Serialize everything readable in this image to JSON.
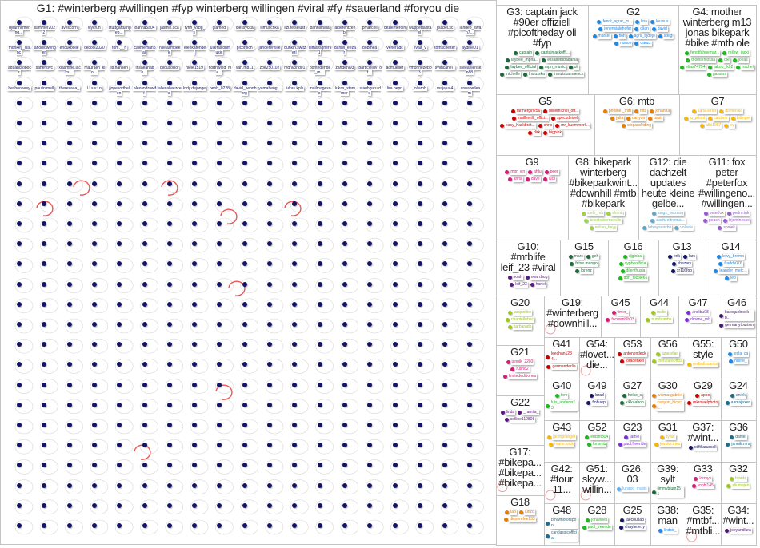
{
  "g1": {
    "title": "G1: #winterberg #willingen #fyp winterberg willingen #viral #fy #sauerland #foryou die",
    "color": "#141464",
    "rows": [
      [
        "dylanhifmering...",
        "sammer2022",
        "avescorn",
        "lilycruh",
        "stuttgarturngeb...",
        "joanna5a04",
        "jasmin.sca",
        "fynn_vsbg_s",
        "glamedi",
        "olessycca",
        "lilmuschka",
        "lizi.reiselust",
        "bahniimala",
        "alberentzenb",
        "pmarcell",
        "oezlemerdin",
        "wuppertalstael",
        "jjsabel.sc",
        "lahdep_swan7..."
      ],
      [
        "monkey_islanc",
        "janoledwenger",
        "encukbolle",
        "okcool2020",
        "tom.__h",
        "callmemanpal",
        "nilelallmbeek",
        "elenkafendel",
        "juliefalconmusic",
        "picorpich",
        "janderemille",
        "dunkin.switzerl",
        "dimavsgner91",
        "daniel_eezar",
        "bobmea",
        "veneradc",
        "evaa_v",
        "tomschelter",
        "aydine01"
      ],
      [
        "aquancrobocz",
        "saher.pyc",
        "xjasmine.jacks...",
        "mauraen_kio...",
        "jp.hansen",
        "lnsaeanage...",
        "bijousolilof",
        "niele1519",
        "northwind_me...",
        "van.m811",
        "zoe250102",
        "mdracing01",
        "pontegende_m...",
        "zandenl93",
        "particlelilly_of...",
        "acmueller",
        "ymonnezepp3",
        "sylincanel_",
        "steeanjensen88"
      ],
      [
        "beshooneey",
        "paulinimell",
        "theresaaa_",
        "l.l.s.v.i.n",
        "jjopesortbellen",
        "alexandrawiff",
        "allecalleezcea",
        "lndy.dejonge",
        "benb_0228",
        "david_hennberg",
        "yamaheng...",
        "lukas.kpls",
        "mailmagesoo",
        "lukas_stemmer",
        "staubguru.de",
        "lira.bepri",
        "jollaroh",
        "majajuu4",
        "annabelleam"
      ]
    ],
    "additional_unlabeled_rows": 22
  },
  "groups": [
    {
      "id": "G3",
      "title": "G3: captain jack\n#90er offiziell\n#picoftheday oli\n#fyp",
      "color": "#1b6b3a",
      "nodes": [
        "captain",
        "captainjackoffi...",
        "laybee_mpna...",
        "elisabethbadania",
        "laybee_official",
        "mpn_music",
        "oli",
        "michelle",
        "franziska",
        "franziskamaesch"
      ]
    },
    {
      "id": "G2",
      "title": "G2",
      "color": "#1e88e5",
      "nodes": [
        "fendt_agrar_m...",
        "lina",
        "louisus",
        "jenensialehofer",
        "dilan",
        "david",
        "marcel",
        "flori",
        "agra_bjdejo",
        "stelgi",
        "ramon",
        "dauzz"
      ]
    },
    {
      "id": "G4",
      "title": "G4: mother\nwinterberg m13\njonas bikepark\n#bike #mtb ole",
      "color": "#22b822",
      "nodes": [
        "fendtfahnemar...",
        "milow_jacki",
        "thorstenlossa",
        "ole",
        "jonas",
        "elias74794",
        "jakob_ik92",
        "michel",
        "gassina"
      ]
    },
    {
      "id": "G5",
      "title": "G5",
      "color": "#cc0000",
      "nodes": [
        "farmergirl256",
        "billiemichel_off...",
        "maillewilli_offici...",
        "speckdeisel",
        "easy_hackbrat...",
        "chris",
        "mr_kuemmerli...",
        "dirk",
        "bigpink"
      ]
    },
    {
      "id": "G6",
      "title": "G6: mtb",
      "color": "#e67e00",
      "nodes": [
        "philline._mtb",
        "mtb",
        "johanna",
        "julia",
        "canyon",
        "basti",
        "stopandriding"
      ]
    },
    {
      "id": "G7",
      "title": "G7",
      "color": "#f5b800",
      "nodes": [
        "karla.einer",
        "domeniko",
        "ju_prtobl",
        "catchmr",
        "billinger",
        "albi1987",
        "ev"
      ]
    },
    {
      "id": "G9",
      "title": "G9",
      "color": "#d81b7a",
      "nodes": [
        "mor_vin",
        "ahlu",
        "peer",
        "anna",
        "dave",
        "lucil"
      ]
    },
    {
      "id": "G8",
      "title": "G8: bikepark\nwinterberg\n#bikeparkwint...\n#downhill #mtb\n#bikepark",
      "color": "#9bd24a",
      "nodes": [
        "stelz_mb",
        "shaniq",
        "bessbuberneeslle",
        "nelian_bayy"
      ]
    },
    {
      "id": "G12",
      "title": "G12: die\ndachzelt\nupdates\nheute kleine\ngelbe...",
      "color": "#5fa8c8",
      "nodes": [
        "jungs_heizung",
        "dachzeltnoma...",
        "lotsaysancho",
        "volkele"
      ]
    },
    {
      "id": "G11",
      "title": "G11: fox\npeter\n#peterfox\n#willingeno...\n#willingen...",
      "color": "#9b59d0",
      "nodes": [
        "peterfox",
        "pedro.ink",
        "peach",
        "ljrjominesse",
        "sonieli"
      ]
    },
    {
      "id": "G10",
      "title": "G10:\n#mtblife\nleif_23 #viral",
      "color": "#5b1a80",
      "nodes": [
        "noah",
        "noah.bug",
        "leif_23",
        "hanel"
      ]
    },
    {
      "id": "G15",
      "title": "G15",
      "color": "#1b6b3a",
      "nodes": [
        "marc",
        "geh",
        "fritse.mango",
        "lorenz"
      ]
    },
    {
      "id": "G16",
      "title": "G16",
      "color": "#1cb81c",
      "nodes": [
        "djglobal",
        "dypbeofficial",
        "djlenthusia",
        "don_nicole66"
      ]
    },
    {
      "id": "G13",
      "title": "G13",
      "color": "#141464",
      "nodes": [
        "erik",
        "lars",
        "khazary",
        "xr116foo"
      ]
    },
    {
      "id": "G14",
      "title": "G14",
      "color": "#1e88e5",
      "nodes": [
        "lowy_bromo",
        "fraddy076",
        "leander_meic...",
        "leo"
      ]
    },
    {
      "id": "G20",
      "title": "G20",
      "color": "#9bc81a",
      "nodes": [
        "jacqueline",
        "chantellebec",
        "barbaradb"
      ]
    },
    {
      "id": "G19",
      "title": "G19:\n#winterberg\n#downhill...",
      "color": "#f5b800",
      "nodes": []
    },
    {
      "id": "G45",
      "title": "G45",
      "color": "#d81b7a",
      "nodes": [
        "timer_",
        "focusmhlb03"
      ]
    },
    {
      "id": "G44",
      "title": "G44",
      "color": "#9bc81a",
      "nodes": [
        "malie",
        "numbombe"
      ]
    },
    {
      "id": "G47",
      "title": "G47",
      "color": "#7b2fd0",
      "nodes": [
        "andibu98",
        "dmane_mb"
      ]
    },
    {
      "id": "G46",
      "title": "G46",
      "color": "#4a1a6a",
      "nodes": [
        "baroqueblockb...",
        "germanytourism"
      ]
    },
    {
      "id": "G21",
      "title": "G21",
      "color": "#d81b7a",
      "nodes": [
        "jannik_2203",
        "rush82",
        "limitededitiones"
      ]
    },
    {
      "id": "G41",
      "title": "G41",
      "color": "#cc0000",
      "nodes": [
        "leechan1234...",
        "germanderlia"
      ]
    },
    {
      "id": "G54",
      "title": "G54:\n#lovet...\ndie...",
      "color": "#f5b060",
      "nodes": []
    },
    {
      "id": "G53",
      "title": "G53",
      "color": "#cc0000",
      "nodes": [
        "antonentleck",
        "toradenkel"
      ]
    },
    {
      "id": "G56",
      "title": "G56",
      "color": "#9bc81a",
      "nodes": [
        "azadvilan",
        "thefutureoftoa"
      ]
    },
    {
      "id": "G55",
      "title": "G55:\nstyle",
      "color": "#f5b800",
      "nodes": [
        "redbullsuantis"
      ]
    },
    {
      "id": "G50",
      "title": "G50",
      "color": "#1e88e5",
      "nodes": [
        "tesla_ca",
        "hilline_"
      ]
    },
    {
      "id": "G22",
      "title": "G22",
      "color": "#5b1a80",
      "nodes": [
        "linda",
        "_ramila_",
        "celline110808"
      ]
    },
    {
      "id": "G40",
      "title": "G40",
      "color": "#1cb81c",
      "nodes": [
        "tom",
        "luis_anderer13"
      ]
    },
    {
      "id": "G49",
      "title": "G49",
      "color": "#141464",
      "nodes": [
        "lorad",
        "flohuepf"
      ]
    },
    {
      "id": "G27",
      "title": "G27",
      "color": "#1b6b3a",
      "nodes": [
        "heiko_s",
        "kikkaabob"
      ]
    },
    {
      "id": "G30",
      "title": "G30",
      "color": "#e67e00",
      "nodes": [
        "wibmargabriel",
        "canyon_bicycl..."
      ]
    },
    {
      "id": "G29",
      "title": "G29",
      "color": "#cc0000",
      "nodes": [
        "apoo",
        "mkrowelphoto"
      ]
    },
    {
      "id": "G24",
      "title": "G24",
      "color": "#1a6e8c",
      "nodes": [
        "aniek",
        "aamajaxen"
      ]
    },
    {
      "id": "G17",
      "title": "G17:\n#bikepa...\n#bikepa...\n#bikepa...",
      "color": "#e06b7a",
      "nodes": []
    },
    {
      "id": "G43",
      "title": "G43",
      "color": "#f5b800",
      "nodes": [
        "georgeangel",
        "marie.wick"
      ]
    },
    {
      "id": "G52",
      "title": "G52",
      "color": "#1cb81c",
      "nodes": [
        "ericmtb04",
        "lorismb"
      ]
    },
    {
      "id": "G23",
      "title": "G23",
      "color": "#7b2fd0",
      "nodes": [
        "jamie",
        "paul.freeride"
      ]
    },
    {
      "id": "G31",
      "title": "G31",
      "color": "#f5b800",
      "nodes": [
        "dylan",
        "joinductries"
      ]
    },
    {
      "id": "G37",
      "title": "G37:\n#wint...",
      "color": "#141464",
      "nodes": [
        "stiftkarussell"
      ]
    },
    {
      "id": "G36",
      "title": "G36",
      "color": "#1a6e8c",
      "nodes": [
        "daniel",
        "jannik.nmr"
      ]
    },
    {
      "id": "G18",
      "title": "G18",
      "color": "#e67e00",
      "nodes": [
        "lao",
        "lunzo",
        "dieserelne133"
      ]
    },
    {
      "id": "G42",
      "title": "G42:\n#tour\n11...",
      "color": "#e67e00",
      "nodes": []
    },
    {
      "id": "G51",
      "title": "G51:\nskyw...\nwillin...",
      "color": "#1cb81c",
      "nodes": []
    },
    {
      "id": "G26",
      "title": "G26:\n03",
      "color": "#5fb0f0",
      "nodes": [
        "lunaoc_music"
      ]
    },
    {
      "id": "G39",
      "title": "G39:\nsylt",
      "color": "#1b6b3a",
      "nodes": [
        "jimmyblum151"
      ]
    },
    {
      "id": "G33",
      "title": "G33",
      "color": "#d81b7a",
      "nodes": [
        "lorryyy",
        "sophi145"
      ]
    },
    {
      "id": "G32",
      "title": "G32",
      "color": "#9bc81a",
      "nodes": [
        "bfantz",
        "sliumajeri"
      ]
    },
    {
      "id": "G48",
      "title": "G48",
      "color": "#1a6e8c",
      "nodes": [
        "bmwmotorspon",
        "carclassicofficial"
      ]
    },
    {
      "id": "G28",
      "title": "G28",
      "color": "#1cb81c",
      "nodes": [
        "johannes",
        "paul_freeride"
      ]
    },
    {
      "id": "G25",
      "title": "G25",
      "color": "#141464",
      "nodes": [
        "jaecousad",
        "chaylene.ly"
      ]
    },
    {
      "id": "G38",
      "title": "G38:\nman",
      "color": "#1e88e5",
      "nodes": [
        "lindsir_"
      ]
    },
    {
      "id": "G35",
      "title": "G35:\n#mtbf...\n#mtbli...",
      "color": "#9b59d0",
      "nodes": []
    },
    {
      "id": "G34",
      "title": "G34:\n#wint...",
      "color": "#4a1a6a",
      "nodes": [
        "joeyandlura"
      ]
    }
  ]
}
